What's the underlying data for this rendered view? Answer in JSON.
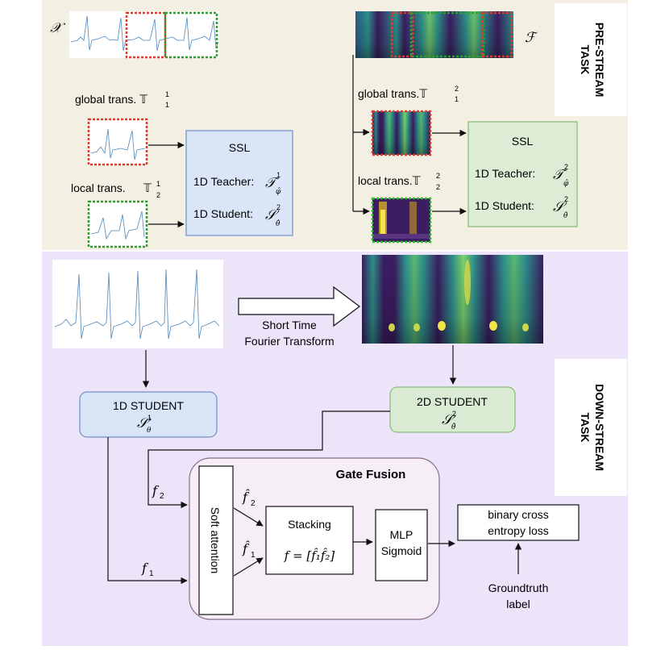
{
  "pre_stream": {
    "task_label_line1": "PRE-STREAM",
    "task_label_line2": "TASK",
    "signal_symbol": "𝒳",
    "spectrogram_symbol": "ℱ",
    "left": {
      "global_trans": "global trans. 𝕋",
      "global_trans_sup": "1",
      "global_trans_sub": "1",
      "local_trans": "local trans.",
      "local_trans_sym": "𝕋",
      "local_trans_sup": "1",
      "local_trans_sub": "2",
      "ssl_title": "SSL",
      "teacher_label": "1D Teacher:",
      "teacher_sym": "𝒯",
      "teacher_sup": "1",
      "teacher_sub": "φ̂",
      "student_label": "1D Student:",
      "student_sym": "𝒮",
      "student_sup": "2",
      "student_sub": "θ̂"
    },
    "right": {
      "global_trans": "global trans.𝕋",
      "global_trans_sup": "2",
      "global_trans_sub": "1",
      "local_trans": "local trans.𝕋",
      "local_trans_sup": "2",
      "local_trans_sub": "2",
      "ssl_title": "SSL",
      "teacher_label": "1D Teacher:",
      "teacher_sym": "𝒯",
      "teacher_sup": "2",
      "teacher_sub": "φ̂",
      "student_label": "1D Student:",
      "student_sym": "𝒮",
      "student_sup": "2",
      "student_sub": "θ̂"
    }
  },
  "down_stream": {
    "task_label_line1": "DOWN-STREAM",
    "task_label_line2": "TASK",
    "stft_line1": "Short Time",
    "stft_line2": "Fourier Transform",
    "student1d_title": "1D STUDENT",
    "student1d_sym": "𝒮",
    "student1d_sup": "1",
    "student1d_sub": "θ",
    "student2d_title": "2D STUDENT",
    "student2d_sym": "𝒮",
    "student2d_sup": "2",
    "student2d_sub": "θ̂",
    "f2_label": "f",
    "f2_sub": "2",
    "f1_label": "f",
    "f1_sub": "1",
    "gate_fusion_title": "Gate Fusion",
    "soft_attention": "Soft attention",
    "f2hat": "f̂",
    "f2hat_sub": "2",
    "f1hat": "f̂",
    "f1hat_sub": "1",
    "stacking_title": "Stacking",
    "stacking_formula": "f = [f̂₁f̂₂]",
    "mlp_line1": "MLP",
    "mlp_line2": "Sigmoid",
    "loss_line1": "binary cross",
    "loss_line2": "entropy loss",
    "gt_line1": "Groundtruth",
    "gt_line2": "label"
  },
  "colors": {
    "pre_stream_bg": "#f3efe3",
    "down_stream_bg": "#ece4f9",
    "ssl_1d_fill": "#dae6f7",
    "ssl_1d_stroke": "#6f8fc8",
    "ssl_2d_fill": "#dcecd5",
    "ssl_2d_stroke": "#86b877",
    "student1d_fill": "#d8e5f7",
    "student2d_fill": "#d9ecd3",
    "gate_fusion_fill": "#f5eef6",
    "global_crop": "#e03a2e",
    "local_crop": "#2e9e2e",
    "ecg_line": "#4f86b8",
    "spectro_dark": "#3b1d62",
    "spectro_teal": "#2e8f8b",
    "spectro_yellow": "#f2e54a"
  }
}
